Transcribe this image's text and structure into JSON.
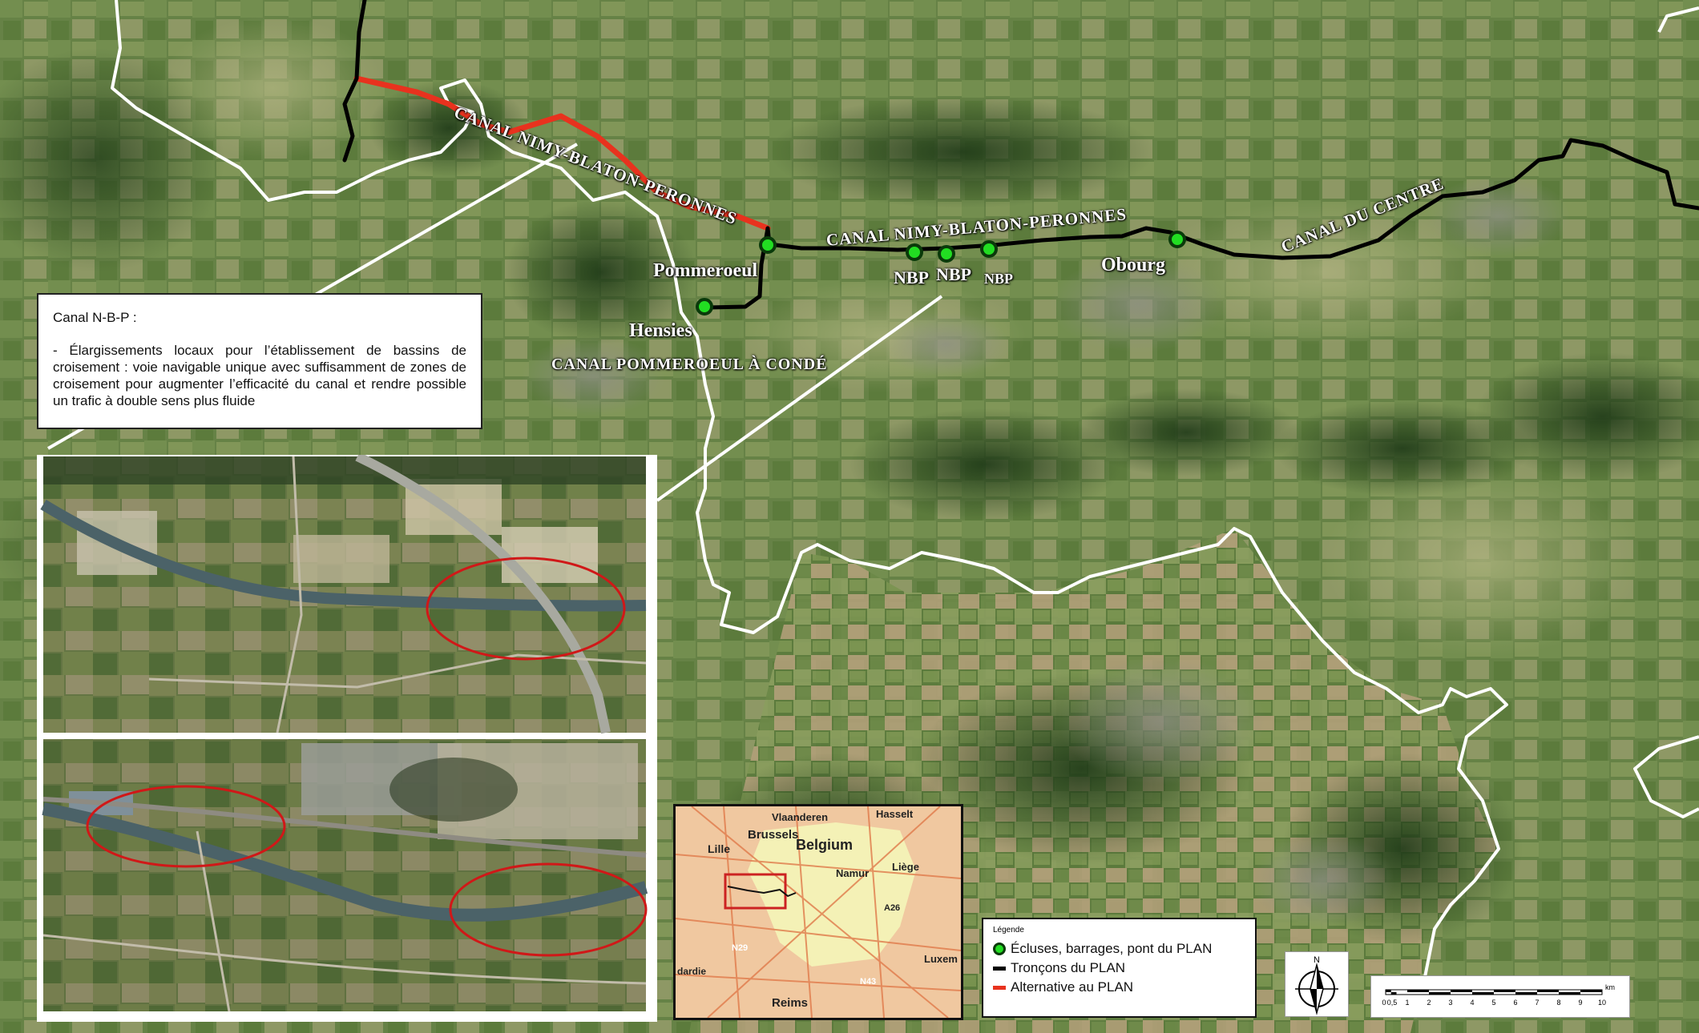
{
  "canals": {
    "nbp_top": "CANAL NIMY-BLATON-PERONNES",
    "nbp_mid": "CANAL NIMY-BLATON-PERONNES",
    "centre": "CANAL DU CENTRE",
    "pommeroeul_conde": "CANAL POMMEROEUL À CONDÉ"
  },
  "towns": {
    "pommeroeul": "Pommeroeul",
    "hensies": "Hensies",
    "obourg": "Obourg"
  },
  "structures": [
    "NBP",
    "NBP",
    "NBP"
  ],
  "info_box": {
    "title": "Canal N-B-P :",
    "body": "-    Élargissements locaux pour l’établissement de bassins de croisement : voie navigable unique avec suffisamment de zones de croisement pour augmenter l’efficacité du canal et rendre possible un trafic à double sens plus fluide"
  },
  "legend": {
    "title": "Légende",
    "items": [
      {
        "label": "Écluses, barrages, pont du PLAN",
        "symbol": "green-dot",
        "color": "#22dd22"
      },
      {
        "label": "Tronçons du PLAN",
        "symbol": "black-line",
        "color": "#000000"
      },
      {
        "label": "Alternative au PLAN",
        "symbol": "red-line",
        "color": "#e8321e"
      }
    ]
  },
  "inset_map": {
    "labels": [
      "Vlaanderen",
      "Hasselt",
      "Brussels",
      "Belgium",
      "Lille",
      "Namur",
      "Liège",
      "Reims",
      "Luxem",
      "N29",
      "N43",
      "A26",
      "dardie"
    ]
  },
  "north_arrow": {
    "letter": "N"
  },
  "scale_bar": {
    "unit": "km",
    "ticks": [
      "0",
      "0,5",
      "1",
      "2",
      "3",
      "4",
      "5",
      "6",
      "7",
      "8",
      "9",
      "10"
    ]
  },
  "colors": {
    "canal_plan": "#000000",
    "alternative": "#e8321e",
    "lock_marker": "#22dd22",
    "border": "#ffffff",
    "annotation_ellipse": "#d01818"
  }
}
